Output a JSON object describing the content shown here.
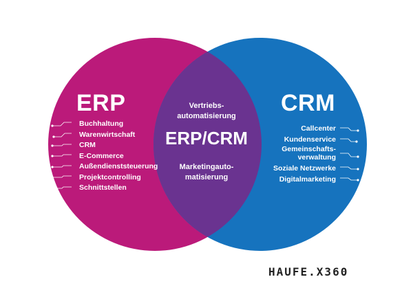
{
  "erp": {
    "title": "ERP",
    "items": [
      "Buchhaltung",
      "Warenwirtschaft",
      "CRM",
      "E-Commerce",
      "Außendienststeuerung",
      "Projektcontrolling",
      "Schnittstellen"
    ],
    "color": "#bb1a7a"
  },
  "crm": {
    "title": "CRM",
    "items": [
      "Callcenter",
      "Kundenservice",
      "Gemeinschafts-\nverwaltung",
      "Soziale Netzwerke",
      "Digitalmarketing"
    ],
    "color": "#1673be"
  },
  "overlap": {
    "title": "ERP/CRM",
    "top_text": "Vertriebs-\nautomatisierung",
    "bottom_text": "Marketingauto-\nmatisierung",
    "color": "#6a3390"
  },
  "logo": {
    "text": "HAUFE.X360"
  }
}
